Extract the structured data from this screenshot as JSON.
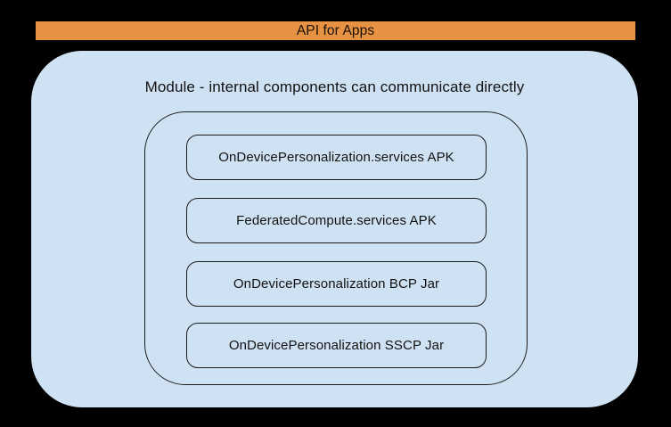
{
  "banner": {
    "label": "API for Apps",
    "background_color": "#E79142",
    "text_color": "#181208"
  },
  "module": {
    "title": "Module - internal components can communicate directly",
    "background_color": "#CFE2F3",
    "outline_color": "#1B1B1B",
    "components": [
      "OnDevicePersonalization.services APK",
      "FederatedCompute.services APK",
      "OnDevicePersonalization BCP Jar",
      "OnDevicePersonalization SSCP Jar"
    ]
  },
  "colors": {
    "canvas_background": "#000000"
  }
}
